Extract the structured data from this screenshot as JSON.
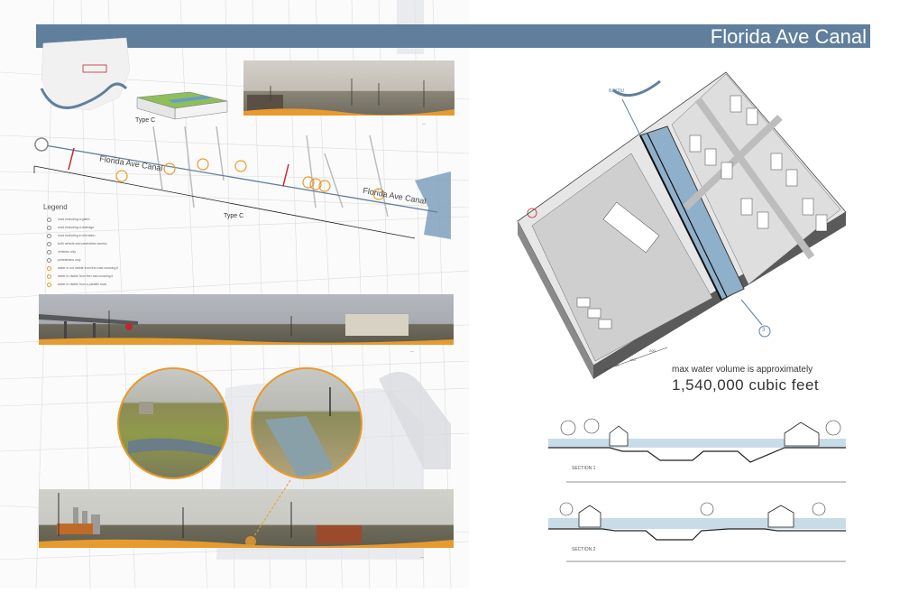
{
  "title": "Florida Ave Canal",
  "map": {
    "type_c_top": "Type C",
    "type_c_bottom": "Type C",
    "canal_label_1": "Florida Ave Canal",
    "canal_label_2": "Florida Ave Canal",
    "legend_title": "Legend",
    "legend_items": [
      "road excluding a gated",
      "road excluding a drainage",
      "road excluding in elevation",
      "both vehicle and pedestrian access",
      "vehicles only",
      "pedestrians only",
      "water is not visible from the road crossing it",
      "water is visible from the road crossing it",
      "water is visible from a parallel road"
    ]
  },
  "axon": {
    "bayou_label": "BAYOU",
    "scale": [
      "0'",
      "50'",
      "100'",
      "200'"
    ],
    "marker": "3",
    "max_label": "max water volume is approximately",
    "volume": "1,540,000 cubic feet"
  },
  "sections": {
    "section1": "SECTION 1",
    "section2": "SECTION 2"
  },
  "colors": {
    "banner": "#5f7f9c",
    "water": "#7fa6c3",
    "orange": "#e79a2e",
    "red": "#c0282d"
  }
}
